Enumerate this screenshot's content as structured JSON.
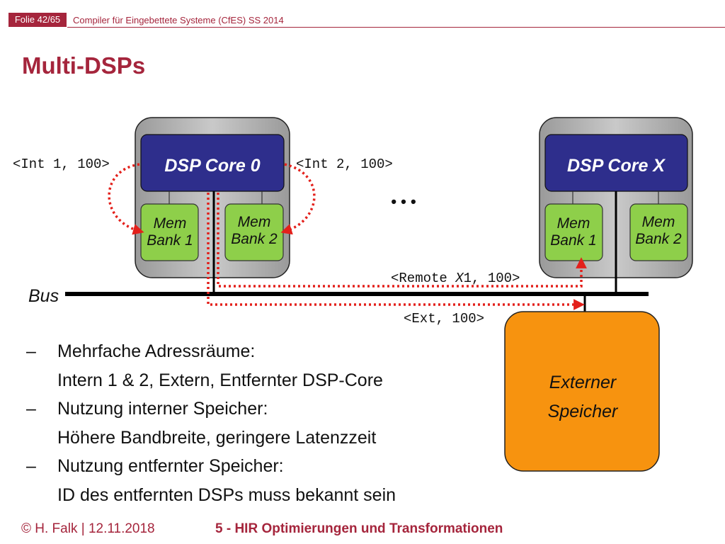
{
  "header": {
    "slide_number": "Folie 42/65",
    "course": "Compiler für Eingebettete Systeme (CfES) SS 2014"
  },
  "title": "Multi-DSPs",
  "diagram": {
    "core0": {
      "label": "DSP Core 0",
      "bank1": [
        "Mem",
        "Bank 1"
      ],
      "bank2": [
        "Mem",
        "Bank 2"
      ]
    },
    "coreX": {
      "label": "DSP Core X",
      "bank1": [
        "Mem",
        "Bank 1"
      ],
      "bank2": [
        "Mem",
        "Bank 2"
      ]
    },
    "ellipsis": "• • •",
    "bus_label": "Bus",
    "tag_int1": "<Int 1, 100>",
    "tag_int2": "<Int 2, 100>",
    "tag_remote_prefix": "<Remote ",
    "tag_remote_var": "X",
    "tag_remote_suffix": "1, 100>",
    "tag_ext": "<Ext, 100>",
    "external_memory": [
      "Externer",
      "Speicher"
    ],
    "colors": {
      "core": "#2e2e8c",
      "bank": "#8ecf4a",
      "frame": "#b3b3b3",
      "external": "#f7930f",
      "arrow": "#e3201b"
    }
  },
  "bullets": [
    {
      "dash": "–",
      "text": "Mehrfache Adressräume:"
    },
    {
      "dash": "",
      "text": "Intern 1 & 2, Extern, Entfernter DSP-Core"
    },
    {
      "dash": "–",
      "text": "Nutzung interner Speicher:"
    },
    {
      "dash": "",
      "text": "Höhere Bandbreite, geringere Latenzzeit"
    },
    {
      "dash": "–",
      "text": "Nutzung entfernter Speicher:"
    },
    {
      "dash": "",
      "text": "ID des entfernten DSPs muss bekannt sein"
    }
  ],
  "footer": {
    "author_date": "© H. Falk | 12.11.2018",
    "chapter": "5 - HIR Optimierungen und Transformationen"
  }
}
